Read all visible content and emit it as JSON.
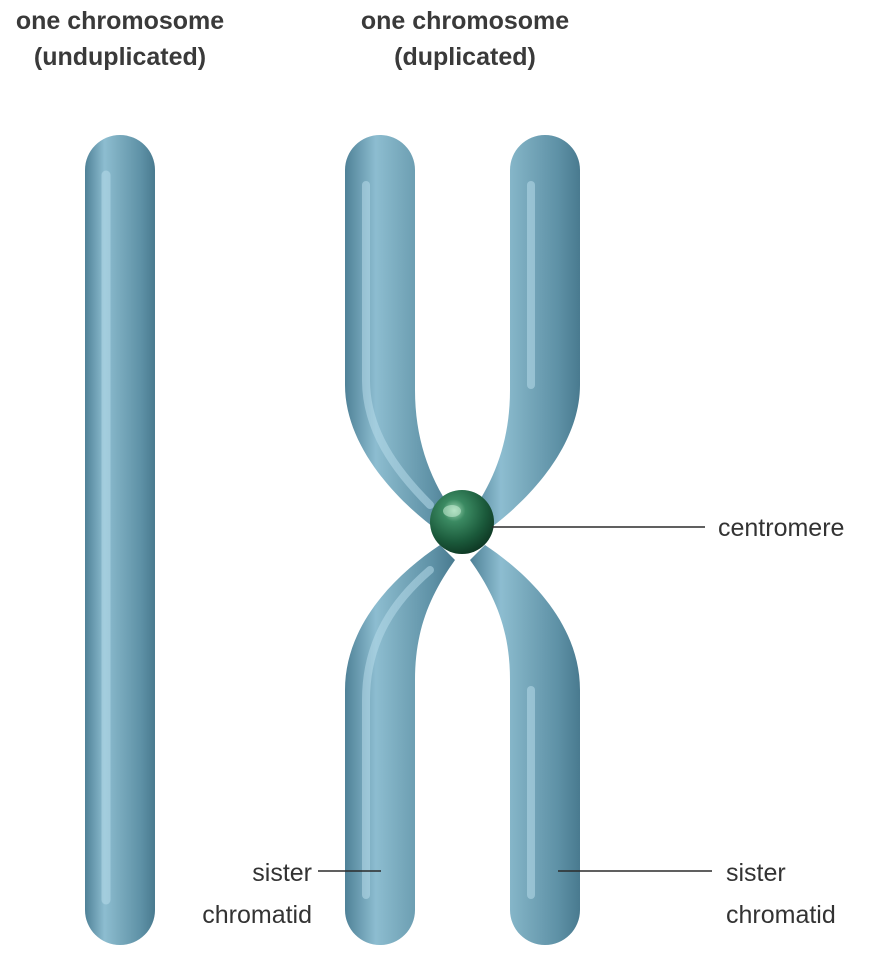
{
  "titles": {
    "unduplicated": {
      "line1": "one chromosome",
      "line2": "(unduplicated)"
    },
    "duplicated": {
      "line1": "one chromosome",
      "line2": "(duplicated)"
    }
  },
  "labels": {
    "centromere": "centromere",
    "sister_chromatid_left": {
      "line1": "sister",
      "line2": "chromatid"
    },
    "sister_chromatid_right": {
      "line1": "sister",
      "line2": "chromatid"
    }
  },
  "colors": {
    "chromosome_body": "#6d9fb4",
    "chromosome_light": "#9ccadb",
    "chromosome_dark": "#4d7f94",
    "centromere": "#1f5a3e",
    "centromere_highlight": "#7fc39b",
    "background": "#ffffff"
  }
}
